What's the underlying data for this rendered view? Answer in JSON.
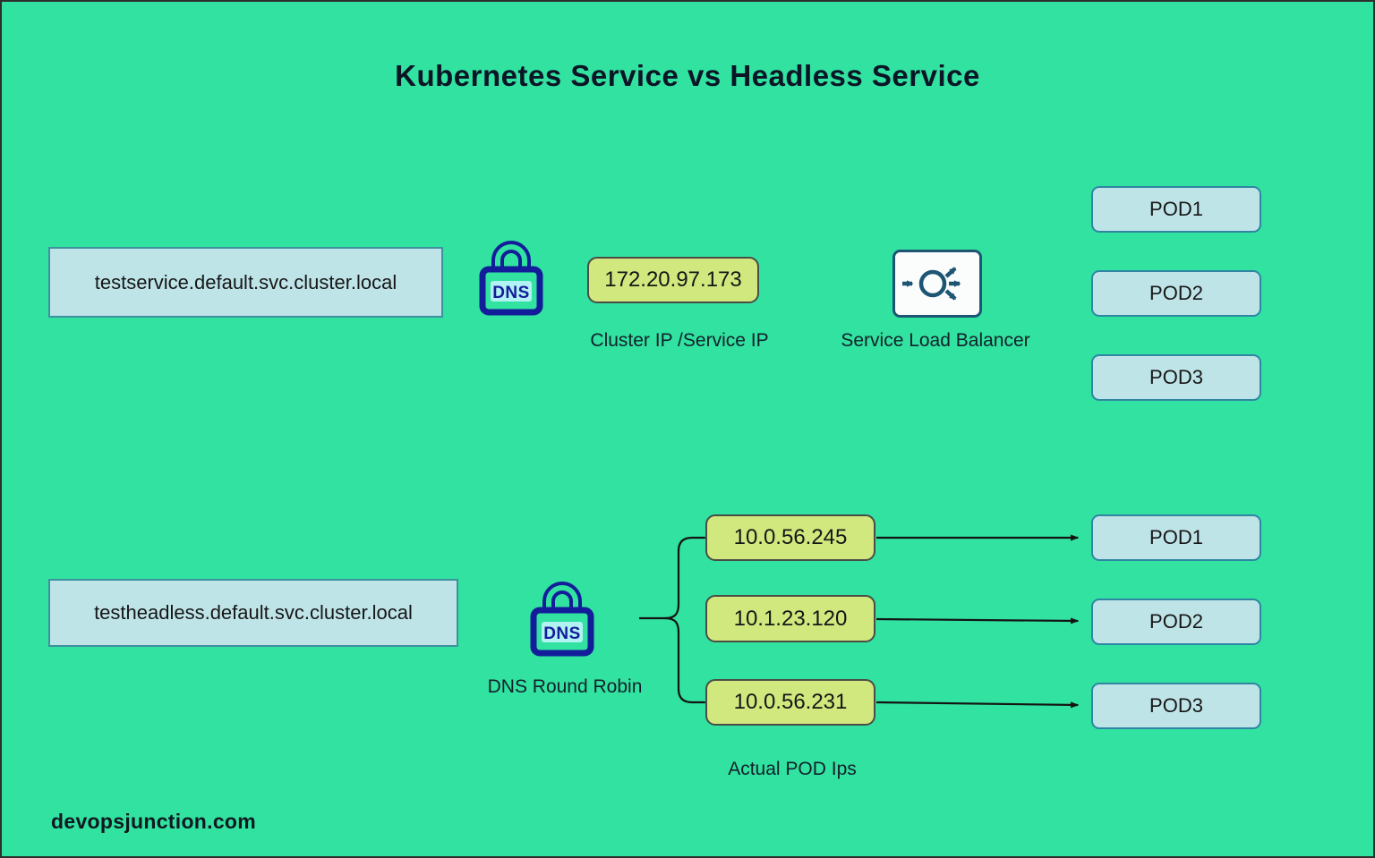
{
  "title": "Kubernetes Service vs Headless Service",
  "watermark": "devopsjunction.com",
  "colors": {
    "background": "#31e2a0",
    "blue_box_fill": "#bfe4e8",
    "blue_box_border": "#3e919f",
    "pod_box_fill": "#bfe4e8",
    "pod_box_border": "#2f86a3",
    "ip_box_fill": "#d0e87d",
    "ip_box_border": "#4c4c46",
    "dns_icon_navy": "#141d99",
    "dns_badge_cyan": "#b2f1f4",
    "load_balancer_stroke": "#1d5573",
    "arrow": "#141414"
  },
  "service_flow": {
    "dns_name": "testservice.default.svc.cluster.local",
    "dns_icon_label": "DNS",
    "cluster_ip": "172.20.97.173",
    "cluster_ip_caption": "Cluster IP /Service IP",
    "load_balancer_caption": "Service Load Balancer",
    "pods": [
      "POD1",
      "POD2",
      "POD3"
    ]
  },
  "headless_flow": {
    "dns_name": "testheadless.default.svc.cluster.local",
    "dns_icon_label": "DNS",
    "dns_caption": "DNS Round Robin",
    "pod_ips": [
      "10.0.56.245",
      "10.1.23.120",
      "10.0.56.231"
    ],
    "ips_caption": "Actual POD Ips",
    "pods": [
      "POD1",
      "POD2",
      "POD3"
    ]
  }
}
